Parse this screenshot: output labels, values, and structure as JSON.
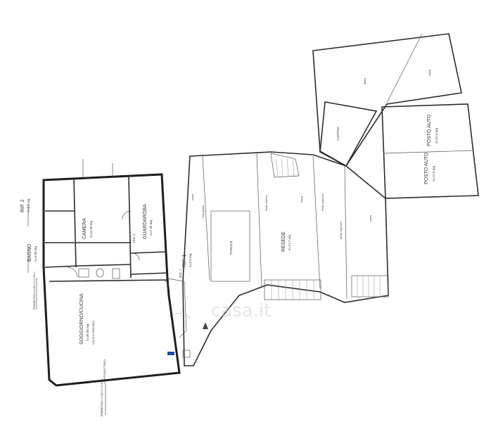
{
  "rooms": {
    "soggiorno": "SOGGIORNO/CUCINA",
    "soggiorno_area": "A=28.05 mq",
    "volta": "VOLTA A CROCIERA",
    "camera": "CAMERA",
    "camera_area": "A=11.50 mq",
    "guardaroba": "GUARDAROBA",
    "guardaroba_area": "A=7.25 mq",
    "bagno": "BAGNO",
    "bagno_area": "A=4.50 mq",
    "dis1": "DIS. 1",
    "dis2": "DIS. 2",
    "rip1": "RIP. 1",
    "rip1_area": "A=2.5 mq",
    "rip2": "RIP. 2",
    "rip2_area": "A=2.2 mq",
    "resede": "RESEDE",
    "resede_area": "A=71.7 mq",
    "porcile": "PORCILE",
    "posto_auto_1": "POSTO AUTO",
    "posto_auto_1_area": "A=12.5 mq",
    "posto_auto_2": "POSTO AUTO",
    "posto_auto_2_area": "A=12.5 mq",
    "cantina": "CANTINA",
    "sopra_1": "sopra",
    "sopra_2": "sopra",
    "sopra_3": "sopra",
    "sopra_4": "sopra",
    "manograph": "manografia",
    "stalla": "Stalla",
    "fondo_ind": "fondo inferiore",
    "fondo_sup": "fondo superiore",
    "fondo_sup2": "fondo superiore"
  },
  "notes": {
    "perimetro_1": "PERIMETRO h=3.50 m h=2.93 m",
    "perimetro_2": "PERIMETRO h=3.50 m h=3.40 m",
    "conto": "CONTO ELETTRICO",
    "watermark": "casa.it"
  }
}
